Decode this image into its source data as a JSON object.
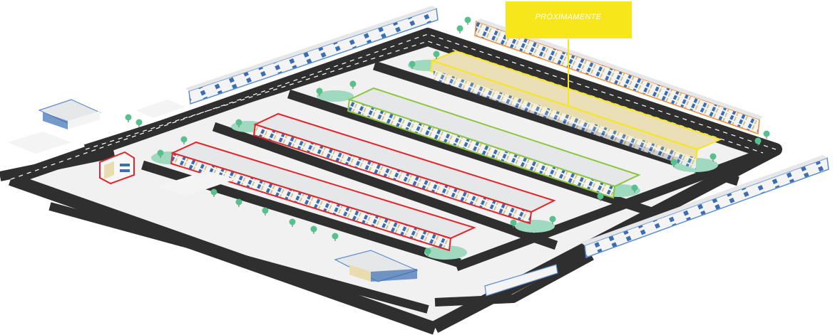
{
  "callout": {
    "label": "PRÓXIMAMENTE",
    "color": "#f6e61a"
  },
  "colors": {
    "road": "#2f2f30",
    "lane": "#ffffff",
    "ground": "#f1f1f2",
    "grass": "#9ed9c0",
    "tree": "#57c08d",
    "trunk": "#7a7a7a",
    "roof": "#e6e7e8",
    "wall": "#f7f7f7",
    "window": "#3b6db1",
    "outline_blue": "#5b8fd0",
    "outline_red": "#e0262b",
    "outline_green": "#8cc63f",
    "outline_orange": "#f08a34",
    "outline_yellow": "#f6e61a",
    "available_fill": "#e9ddb0"
  },
  "blocks": [
    {
      "id": "warehouse-red-front",
      "status": "highlighted",
      "outline": "red"
    },
    {
      "id": "warehouse-red-middle",
      "status": "highlighted",
      "outline": "red"
    },
    {
      "id": "warehouse-green",
      "status": "highlighted",
      "outline": "green"
    },
    {
      "id": "warehouse-yellow",
      "status": "coming-soon",
      "outline": "yellow"
    },
    {
      "id": "row-blue-back",
      "status": "highlighted",
      "outline": "blue"
    },
    {
      "id": "row-orange-back",
      "status": "highlighted",
      "outline": "orange"
    },
    {
      "id": "row-blue-right",
      "status": "highlighted",
      "outline": "blue"
    }
  ]
}
